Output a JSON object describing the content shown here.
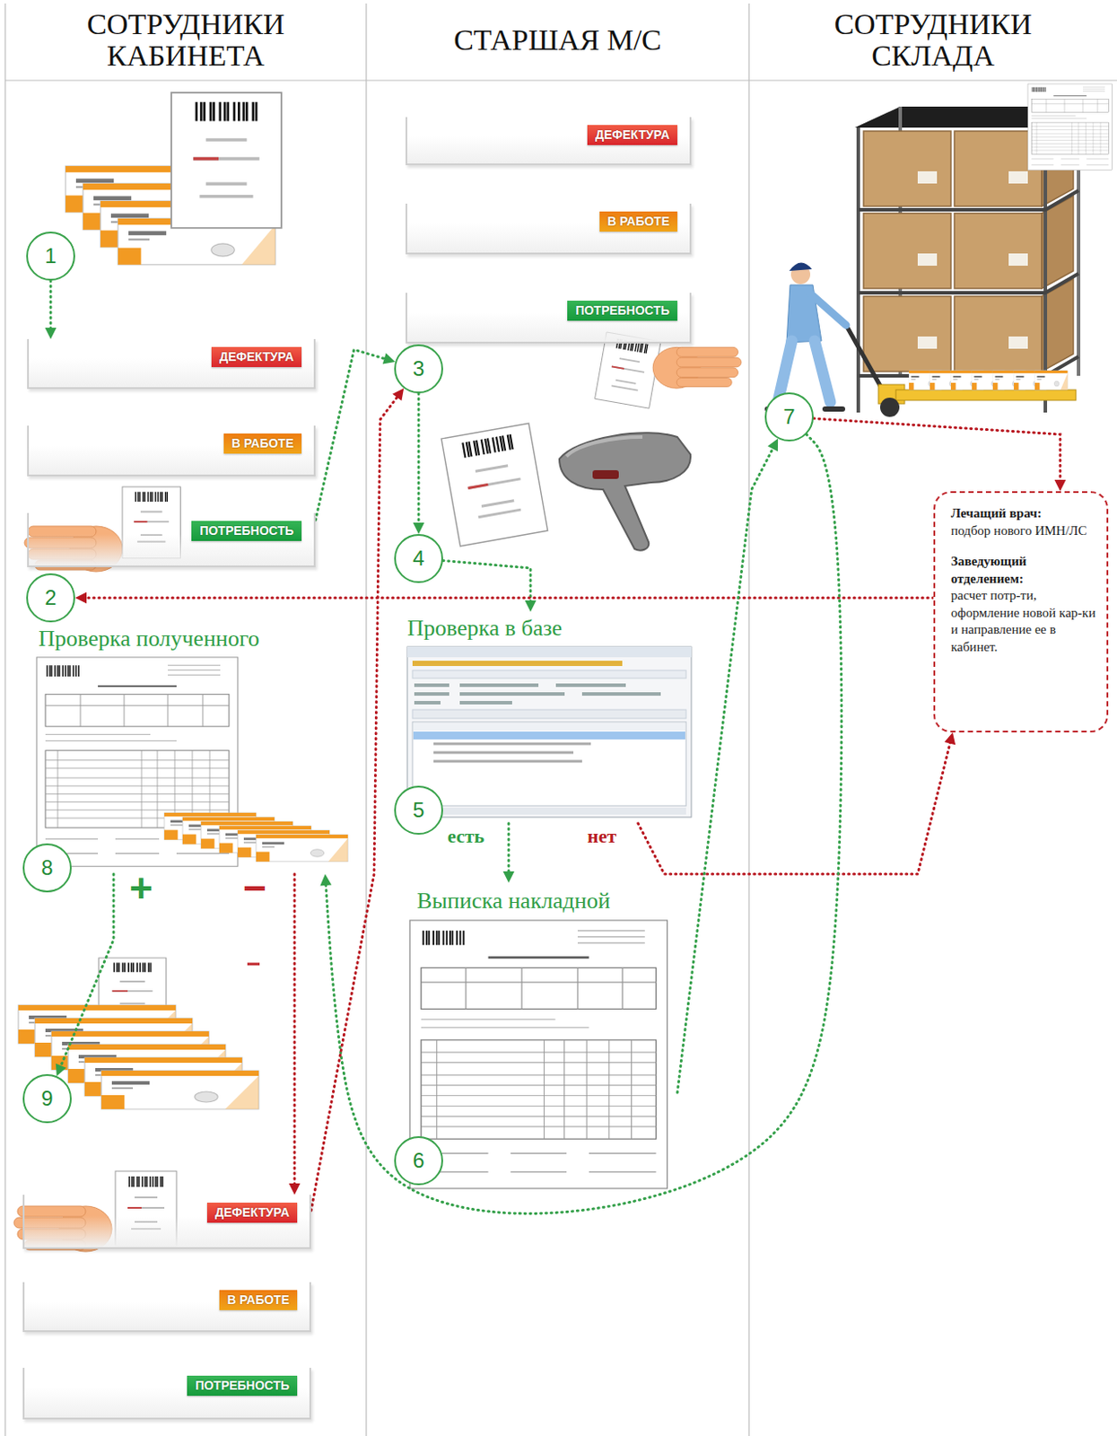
{
  "diagram": {
    "nodes": [
      {
        "text": [
          "СОТРУДНИКИ КАБИНЕТА"
        ]
      },
      {
        "text": [
          "СТАРШАЯ М/С"
        ]
      },
      {
        "text": [
          "СОТРУДНИКИ СКЛАДА"
        ]
      },
      {
        "text": [
          "1"
        ],
        "in": 0
      },
      {
        "text": [
          "ДЕФЕКТУРА"
        ],
        "in": 0
      },
      {
        "text": [
          "В РАБОТЕ"
        ],
        "in": 0
      },
      {
        "text": [
          "ПОТРЕБНОСТЬ"
        ],
        "in": 0
      },
      {
        "text": [
          "2"
        ],
        "in": 0
      },
      {
        "text": [
          "Проверка полученного"
        ],
        "in": 0
      },
      {
        "text": [
          "8"
        ],
        "in": 8
      },
      {
        "text": [
          "9"
        ],
        "in": 0
      },
      {
        "text": [
          "ДЕФЕКТУРА"
        ],
        "in": 0
      },
      {
        "text": [
          "В РАБОТЕ"
        ],
        "in": 0
      },
      {
        "text": [
          "ПОТРЕБНОСТЬ"
        ],
        "in": 0
      },
      {
        "text": [
          "ДЕФЕКТУРА"
        ],
        "in": 1
      },
      {
        "text": [
          "В РАБОТЕ"
        ],
        "in": 1
      },
      {
        "text": [
          "ПОТРЕБНОСТЬ"
        ],
        "in": 1
      },
      {
        "text": [
          "3"
        ],
        "in": 1
      },
      {
        "text": [
          "4"
        ],
        "in": 1
      },
      {
        "text": [
          "Проверка в базе"
        ],
        "in": 1
      },
      {
        "text": [
          "5"
        ],
        "in": 19
      },
      {
        "text": [
          "Выписка накладной"
        ],
        "in": 1
      },
      {
        "text": [
          "6"
        ],
        "in": 21
      },
      {
        "text": [
          "7"
        ],
        "in": 2
      },
      {
        "text": [
          "Лечащий врач:",
          "подбор нового ИМН/ЛС",
          "Заведующий отделением:",
          "расчет потр-ти, оформление новой кар-ки и направление ее в кабинет."
        ],
        "in": 2
      }
    ],
    "edges": [
      {
        "from": 3,
        "to": 4,
        "arrow": "to"
      },
      {
        "from": 6,
        "to": 17,
        "arrow": "to"
      },
      {
        "from": 17,
        "to": 18,
        "arrow": "to"
      },
      {
        "from": 18,
        "to": 19,
        "arrow": "to"
      },
      {
        "from": 19,
        "to": 21,
        "arrow": "to",
        "label": "есть"
      },
      {
        "from": 19,
        "to": 24,
        "arrow": "to",
        "label": "нет"
      },
      {
        "from": 24,
        "to": 7,
        "arrow": "to"
      },
      {
        "from": 23,
        "to": 24,
        "arrow": "to"
      },
      {
        "from": 21,
        "to": 23,
        "arrow": "to"
      },
      {
        "from": 23,
        "to": 8,
        "arrow": "to"
      },
      {
        "from": 8,
        "to": 10,
        "arrow": "to",
        "label": "+"
      },
      {
        "from": 8,
        "to": 11,
        "arrow": "to",
        "label": "−"
      },
      {
        "from": 11,
        "to": 17,
        "arrow": "to"
      }
    ]
  }
}
